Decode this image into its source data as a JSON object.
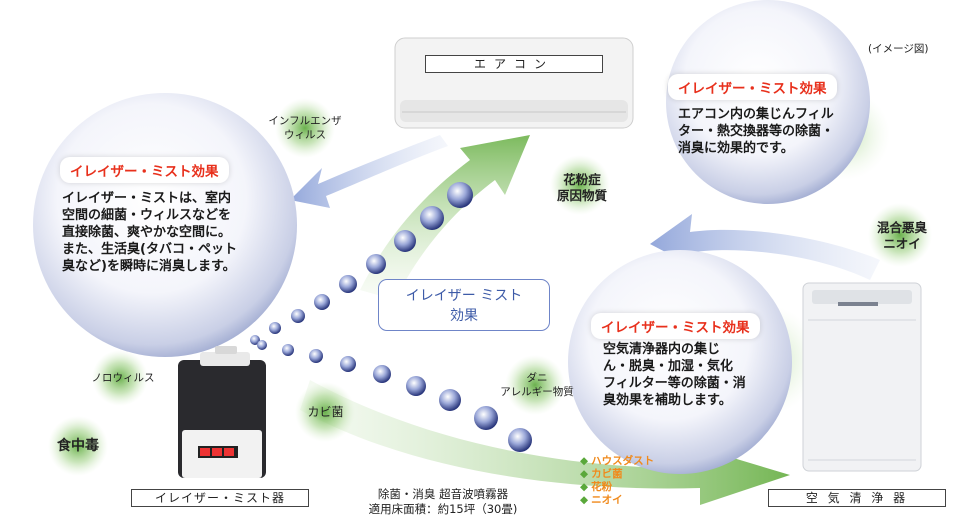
{
  "image_note": "(イメージ図)",
  "aircon": {
    "label": "エアコン"
  },
  "bubble_left": {
    "badge": "イレイザー・ミスト効果",
    "lines": [
      "イレイザー・ミストは、室内",
      "空間の細菌・ウィルスなどを",
      "直接除菌、爽やかな空間に。",
      "また、生活臭(タバコ・ペット",
      "臭など)を瞬時に消臭します。"
    ]
  },
  "bubble_top_right": {
    "badge": "イレイザー・ミスト効果",
    "lines": [
      "エアコン内の集じんフィル",
      "ター・熱交換器等の除菌・",
      "消臭に効果的です。"
    ]
  },
  "bubble_right": {
    "badge": "イレイザー・ミスト効果",
    "lines": [
      "空気清浄器内の集じ",
      "ん・脱臭・加湿・気化",
      "フィルター等の除菌・消",
      "臭効果を補助します。"
    ]
  },
  "center_box": {
    "line1": "イレイザー ミスト",
    "line2": "効果"
  },
  "labels": {
    "influenza": [
      "インフルエンザ",
      "ウィルス"
    ],
    "pollen": [
      "花粉症",
      "原因物質"
    ],
    "mixed_odor": [
      "混合悪臭",
      "ニオイ"
    ],
    "norovirus": "ノロウィルス",
    "mold": "カビ菌",
    "food_poisoning": "食中毒",
    "mite": [
      "ダニ",
      "アレルギー物質"
    ]
  },
  "orange_list": [
    "ハウスダスト",
    "カビ菌",
    "花粉",
    "ニオイ"
  ],
  "humidifier": {
    "label": "イレイザー・ミスト器"
  },
  "purifier": {
    "label": "空 気 清 浄 器"
  },
  "spec": {
    "line1": "除菌・消臭 超音波噴霧器",
    "line2": "適用床面積：約15坪（30畳)"
  },
  "colors": {
    "badge_red": "#e8301c",
    "bubble_green": "#7ec15a",
    "arrow_blue": "#9fb4e0",
    "bubble_navy": "#8a97c9"
  }
}
